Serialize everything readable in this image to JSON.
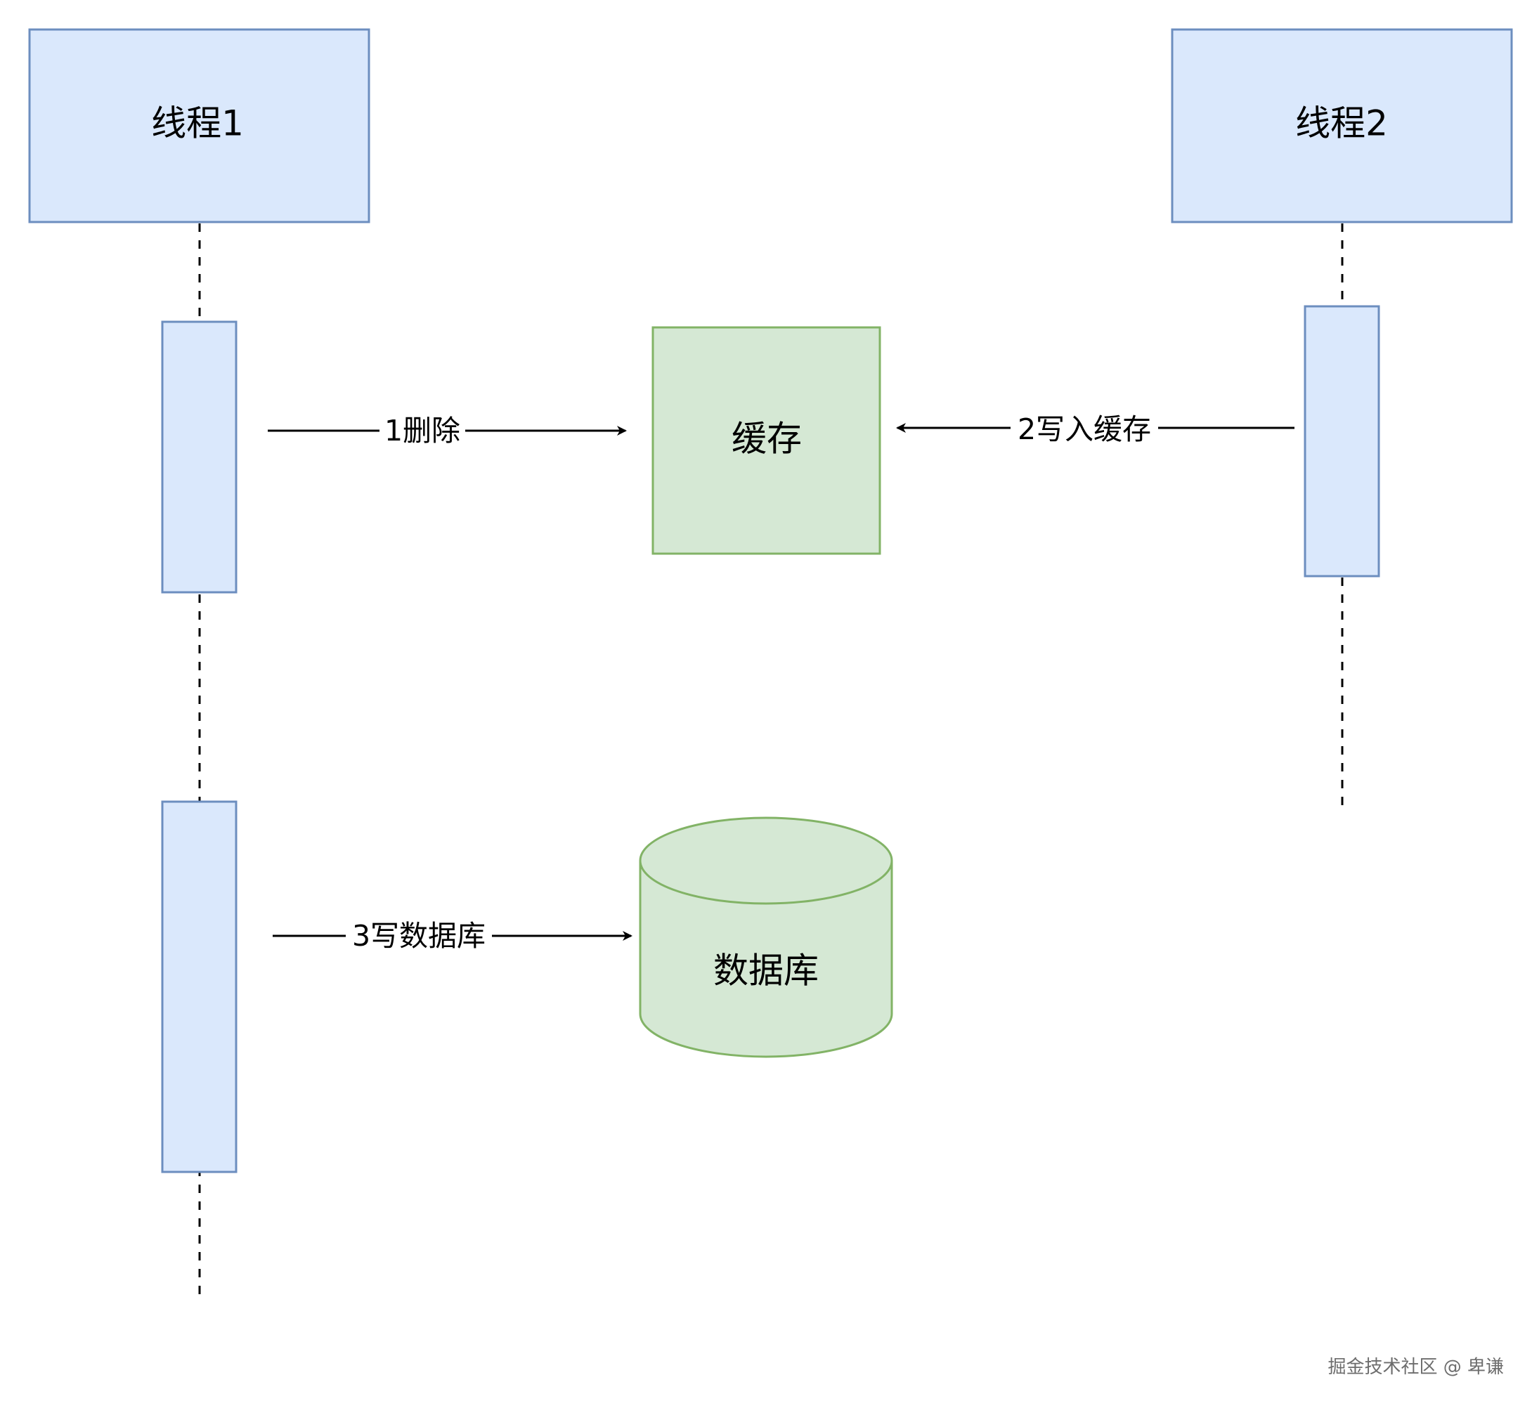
{
  "nodes": {
    "thread1": {
      "label": "线程1"
    },
    "thread2": {
      "label": "线程2"
    },
    "cache": {
      "label": "缓存"
    },
    "database": {
      "label": "数据库"
    }
  },
  "edges": {
    "delete": {
      "label": "1删除"
    },
    "write_cache": {
      "label": "2写入缓存"
    },
    "write_db": {
      "label": "3写数据库"
    }
  },
  "watermark": "掘金技术社区 @ 卑谦",
  "colors": {
    "thread_fill": "#dae8fc",
    "thread_stroke": "#6c8ebf",
    "store_fill": "#d5e8d4",
    "store_stroke": "#82b366",
    "line": "#000000"
  }
}
